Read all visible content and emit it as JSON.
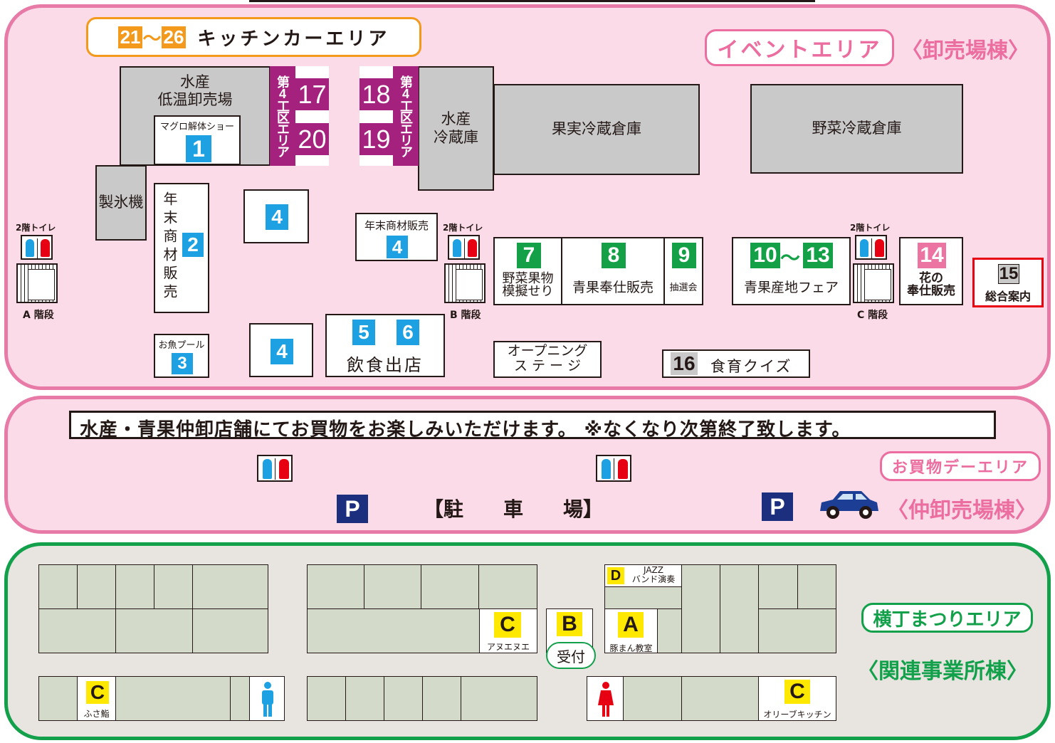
{
  "event_area": {
    "kitchen_car": {
      "num_from": "21",
      "tilde": "〜",
      "num_to": "26",
      "label": "キッチンカーエリア"
    },
    "area_label": "イベントエリア",
    "building_label": "〈卸売場棟〉",
    "buildings": {
      "suisan_teion": "水産\n低温卸売場",
      "suisan_reizou": "水産\n冷蔵庫",
      "kajitsu": "果実冷蔵倉庫",
      "yasai": "野菜冷蔵倉庫",
      "seihyo": "製氷機"
    },
    "area4_label": "第4工区エリア",
    "booths": {
      "b1": {
        "num": "1",
        "label": "マグロ解体ショー"
      },
      "b2": {
        "num": "2",
        "label": "年末商材販売"
      },
      "b3": {
        "num": "3",
        "label": "お魚プール"
      },
      "b4": {
        "num": "4"
      },
      "b4b": {
        "num": "4",
        "label": "年末商材販売"
      },
      "b4c": {
        "num": "4"
      },
      "b56": {
        "num_a": "5",
        "num_b": "6",
        "label": "飲食出店"
      },
      "b7": {
        "num": "7",
        "label": "野菜果物\n模擬せり"
      },
      "b8": {
        "num": "8",
        "label": "青果奉仕販売"
      },
      "b9": {
        "num": "9",
        "label": "抽選会"
      },
      "b10": {
        "num_from": "10",
        "tilde": "〜",
        "num_to": "13",
        "label": "青果産地フェア"
      },
      "b14": {
        "num": "14",
        "label": "花の\n奉仕販売"
      },
      "b15": {
        "num": "15",
        "label": "総合案内"
      },
      "b16": {
        "num": "16",
        "label": "食育クイズ"
      },
      "b17": {
        "num": "17"
      },
      "b18": {
        "num": "18"
      },
      "b19": {
        "num": "19"
      },
      "b20": {
        "num": "20"
      }
    },
    "opening_stage": "オープニング\nス テ ー ジ",
    "toilet_label": "2階トイレ",
    "stairs": {
      "a": "A 階段",
      "b": "B 階段",
      "c": "C 階段"
    }
  },
  "shopping_area": {
    "banner": "水産・青果仲卸店舗にてお買物をお楽しみいただけます。 ※なくなり次第終了致します。",
    "area_label": "お買物デーエリア",
    "parking_label": "【駐　　車　　場】",
    "parking_icon": "P",
    "building_label": "〈仲卸売場棟〉"
  },
  "yokocho_area": {
    "area_label": "横丁まつりエリア",
    "building_label": "〈関連事業所棟〉",
    "booths": {
      "a": {
        "letter": "A",
        "label": "豚まん教室"
      },
      "b": {
        "letter": "B",
        "label": "受付"
      },
      "c1": {
        "letter": "C",
        "label": "アヌエヌエ"
      },
      "c2": {
        "letter": "C",
        "label": "ふさ鮨"
      },
      "c3": {
        "letter": "C",
        "label": "オリーブキッチン"
      },
      "d": {
        "letter": "D",
        "label": "JAZZ\nバンド演奏"
      }
    }
  },
  "colors": {
    "pink_border": "#e77aa6",
    "pink_fill": "#fbdbe8",
    "green_border": "#12a04a",
    "blue_num": "#1ea1e2",
    "green_num": "#13a046",
    "purple": "#a4217d",
    "orange": "#f39a1d",
    "yellow": "#ffe800",
    "red_frame": "#e60012",
    "car_blue": "#1c3e94"
  }
}
